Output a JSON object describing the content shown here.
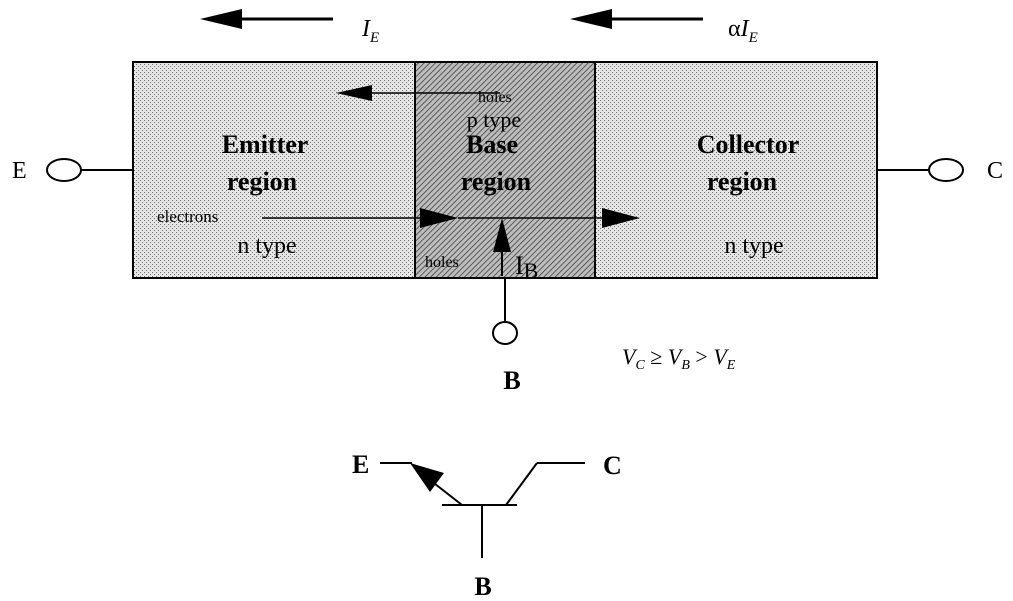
{
  "currents": {
    "emitter_current": "I",
    "emitter_subscript": "E",
    "collector_alpha": "α",
    "collector_current": "I",
    "collector_subscript": "E",
    "base_current": "I",
    "base_subscript": "B"
  },
  "regions": {
    "emitter": {
      "line1": "Emitter",
      "line2": "region",
      "type": "n type"
    },
    "base": {
      "top_label": "holes",
      "type": "p type",
      "line1": "Base",
      "line2": "region",
      "bottom_label": "holes"
    },
    "collector": {
      "line1": "Collector",
      "line2": "region",
      "type": "n type"
    }
  },
  "carriers": {
    "electrons": "electrons"
  },
  "terminals": {
    "emitter": "E",
    "collector": "C",
    "base": "B"
  },
  "condition": {
    "v1": "V",
    "s1": "C",
    "rel1": " ≥ ",
    "v2": "V",
    "s2": "B",
    "rel2": " > ",
    "v3": "V",
    "s3": "E"
  },
  "symbol": {
    "emitter": "E",
    "collector": "C",
    "base": "B"
  },
  "colors": {
    "emitter_fill": "#d4d4d4",
    "base_fill": "#8a8a8a",
    "collector_fill": "#d4d4d4",
    "stroke": "#000000"
  }
}
